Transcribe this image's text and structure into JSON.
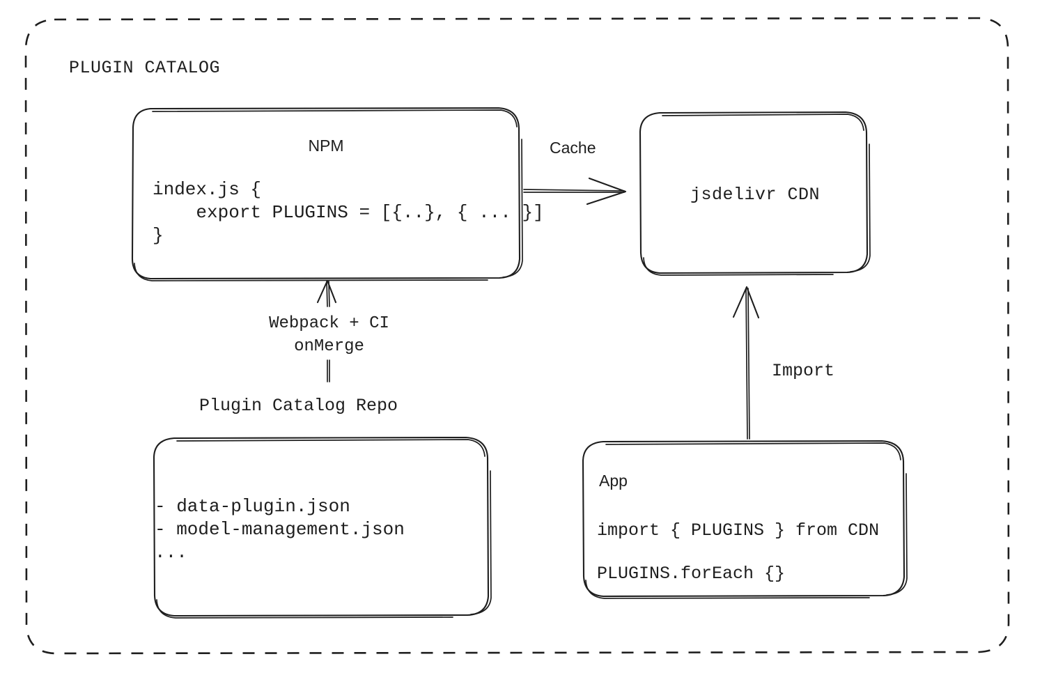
{
  "diagram": {
    "title": "PLUGIN CATALOG",
    "type": "architecture-flow-diagram"
  },
  "nodes": {
    "npm": {
      "title": "NPM",
      "code_lines": [
        "index.js {",
        "    export PLUGINS = [{..}, { ... }]",
        "}"
      ]
    },
    "cdn": {
      "title": "jsdelivr CDN"
    },
    "repo": {
      "label": "Plugin Catalog Repo",
      "items": [
        "- data-plugin.json",
        "- model-management.json",
        "..."
      ]
    },
    "app": {
      "title": "App",
      "code_lines": [
        "import { PLUGINS } from CDN",
        "PLUGINS.forEach {}"
      ]
    }
  },
  "edges": {
    "npm_to_cdn": {
      "label": "Cache"
    },
    "repo_to_npm": {
      "label_line1": "Webpack + CI",
      "label_line2": "onMerge"
    },
    "app_to_cdn": {
      "label": "Import"
    }
  },
  "style": {
    "stroke": "#1e1e1e",
    "background": "#ffffff"
  }
}
